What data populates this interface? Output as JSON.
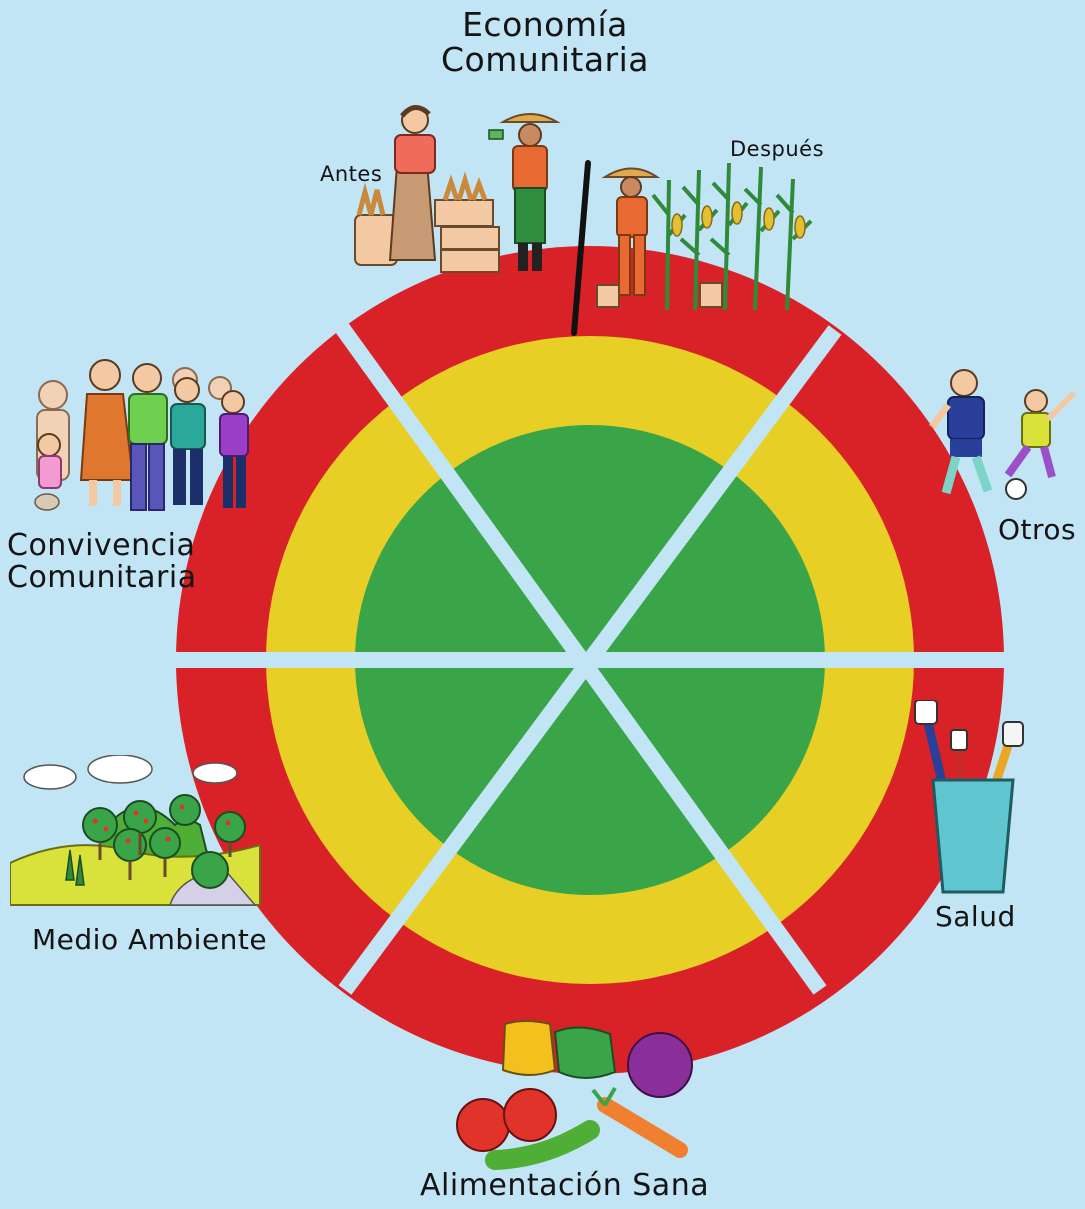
{
  "diagram": {
    "labels": {
      "economia": "Economía\nComunitaria",
      "antes": "Antes",
      "despues": "Después",
      "otros": "Otros",
      "salud": "Salud",
      "alimentacion": "Alimentación Sana",
      "medio_ambiente": "Medio Ambiente",
      "convivencia": "Convivencia\nComunitaria"
    },
    "ring_colors": {
      "outer": "#d82227",
      "middle": "#e8cf25",
      "inner": "#3aa448",
      "background": "#c2e5f6"
    }
  }
}
